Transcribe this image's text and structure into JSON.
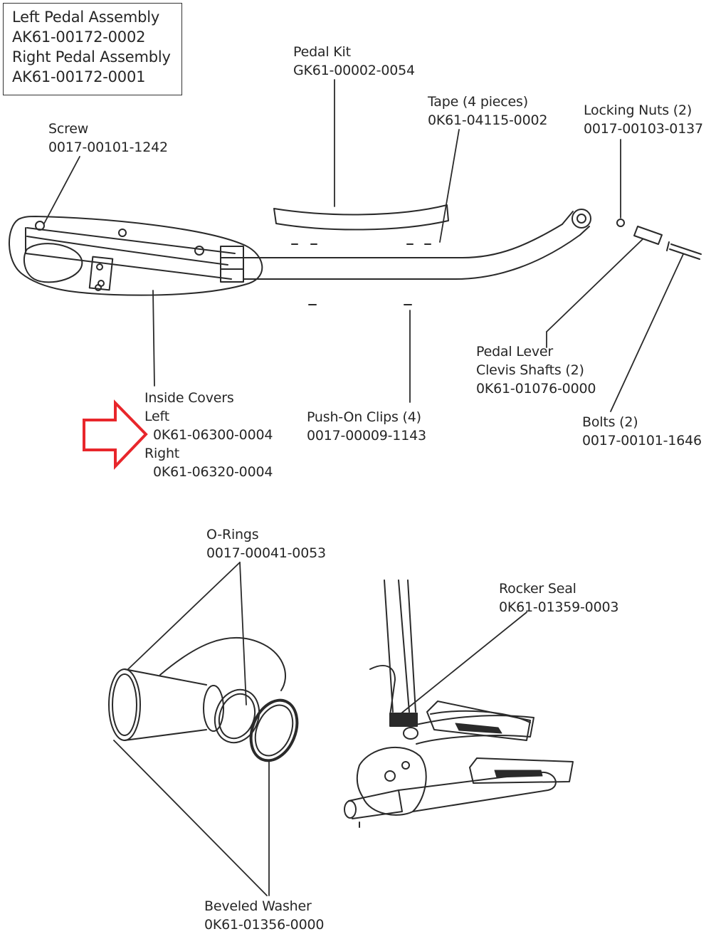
{
  "assembly_box": {
    "left_title": "Left Pedal Assembly",
    "left_part": "AK61-00172-0002",
    "right_title": "Right Pedal Assembly",
    "right_part": "AK61-00172-0001"
  },
  "labels": {
    "pedal_kit": {
      "name": "Pedal Kit",
      "part": "GK61-00002-0054"
    },
    "tape": {
      "name": "Tape (4 pieces)",
      "part": "0K61-04115-0002"
    },
    "locking_nuts": {
      "name": "Locking Nuts (2)",
      "part": "0017-00103-0137"
    },
    "screw": {
      "name": "Screw",
      "part": "0017-00101-1242"
    },
    "pedal_lever": {
      "line1": "Pedal Lever",
      "line2": "Clevis Shafts (2)",
      "part": "0K61-01076-0000"
    },
    "inside_covers": {
      "name": "Inside Covers",
      "left": "Left",
      "left_part": "0K61-06300-0004",
      "right": "Right",
      "right_part": "0K61-06320-0004"
    },
    "push_on_clips": {
      "name": "Push-On Clips (4)",
      "part": "0017-00009-1143"
    },
    "bolts": {
      "name": "Bolts (2)",
      "part": "0017-00101-1646"
    },
    "o_rings": {
      "name": "O-Rings",
      "part": "0017-00041-0053"
    },
    "rocker_seal": {
      "name": "Rocker Seal",
      "part": "0K61-01359-0003"
    },
    "beveled_washer": {
      "name": "Beveled Washer",
      "part": "0K61-01356-0000"
    }
  },
  "colors": {
    "line": "#2a2a2a",
    "highlight_arrow": "#e8262b",
    "background": "#ffffff"
  },
  "icons": {
    "pointer": "red-outline-arrow-icon"
  }
}
